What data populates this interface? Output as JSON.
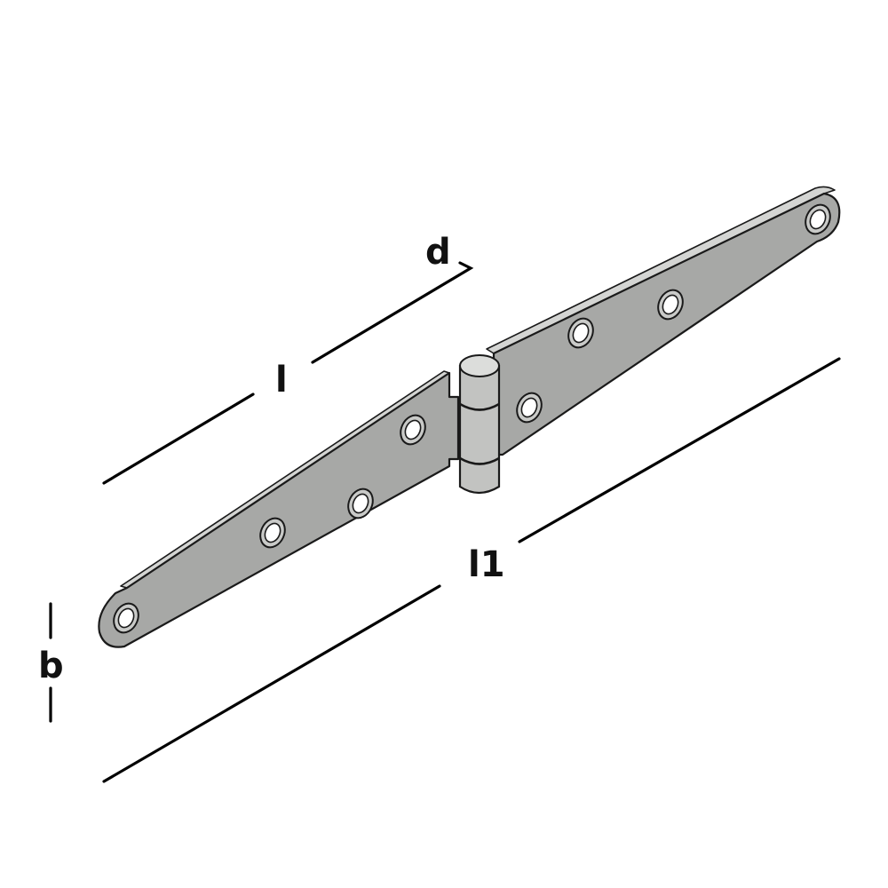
{
  "diagram": {
    "subject": "strap hinge",
    "labels": {
      "d": "d",
      "l": "l",
      "l1": "l1",
      "b": "b"
    },
    "hole_count_left_leaf": 4,
    "hole_count_right_leaf": 4,
    "colors": {
      "background": "#ffffff",
      "plate": "#a7a8a6",
      "plate_edge": "#d4d5d3",
      "knuckle": "#c2c3c1",
      "outline": "#1a1a1a",
      "dimension_lines": "#000000"
    }
  }
}
